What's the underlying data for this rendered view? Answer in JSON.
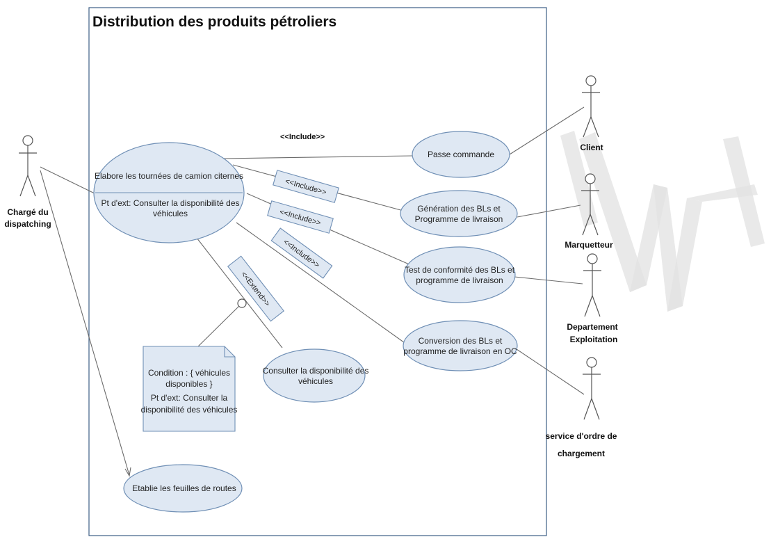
{
  "system": {
    "title": "Distribution des produits pétroliers"
  },
  "actors": {
    "dispatching": [
      "Chargé du",
      "dispatching"
    ],
    "client": "Client",
    "marquetteur": "Marquetteur",
    "exploitation": [
      "Departement",
      "Exploitation"
    ],
    "service": [
      "service d'ordre de",
      "chargement"
    ]
  },
  "use_cases": {
    "elabore": "Elabore les tournées de camion citernes",
    "elabore_ext": [
      "Pt d'ext: Consulter la disponibilité des",
      "véhicules"
    ],
    "passe": "Passe commande",
    "generation": [
      "Génération des BLs et",
      "Programme de livraison"
    ],
    "test": [
      "Test de conformité des BLs et",
      "programme de livraison"
    ],
    "conversion": [
      "Conversion des BLs et",
      "programme de livraison en OC"
    ],
    "consulter": [
      "Consulter la disponibilité des",
      "véhicules"
    ],
    "etablie": "Etablie les feuilles de routes"
  },
  "stereotypes": {
    "include_top": "<<Include>>",
    "include_1": "<<Include>>",
    "include_2": "<<Include>>",
    "include_3": "<<Include>>",
    "extend": "<<Extend>>"
  },
  "note": [
    "Condition : { véhicules",
    "disponibles }",
    "Pt d'ext: Consulter la",
    "disponibilité des véhicules"
  ]
}
